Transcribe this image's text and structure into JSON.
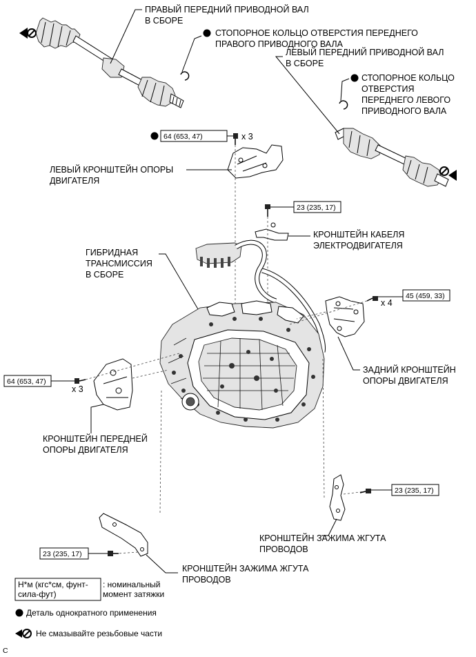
{
  "labels": {
    "right_driveshaft_l1": "ПРАВЫЙ ПЕРЕДНИЙ ПРИВОДНОЙ ВАЛ",
    "right_driveshaft_l2": "В СБОРЕ",
    "snap_ring_right_l1": "СТОПОРНОЕ КОЛЬЦО ОТВЕРСТИЯ ПЕРЕДНЕГО",
    "snap_ring_right_l2": "ПРАВОГО ПРИВОДНОГО ВАЛА",
    "left_driveshaft_l1": "ЛЕВЫЙ ПЕРЕДНИЙ ПРИВОДНОЙ ВАЛ",
    "left_driveshaft_l2": "В СБОРЕ",
    "snap_ring_left_l1": "СТОПОРНОЕ КОЛЬЦО",
    "snap_ring_left_l2": "ОТВЕРСТИЯ",
    "snap_ring_left_l3": "ПЕРЕДНЕГО ЛЕВОГО",
    "snap_ring_left_l4": "ПРИВОДНОГО ВАЛА",
    "left_mount_l1": "ЛЕВЫЙ КРОНШТЕЙН ОПОРЫ",
    "left_mount_l2": "ДВИГАТЕЛЯ",
    "cable_bracket_l1": "КРОНШТЕЙН КАБЕЛЯ",
    "cable_bracket_l2": "ЭЛЕКТРОДВИГАТЕЛЯ",
    "hybrid_l1": "ГИБРИДНАЯ",
    "hybrid_l2": "ТРАНСМИССИЯ",
    "hybrid_l3": "В СБОРЕ",
    "rear_mount_l1": "ЗАДНИЙ КРОНШТЕЙН",
    "rear_mount_l2": "ОПОРЫ ДВИГАТЕЛЯ",
    "front_mount_l1": "КРОНШТЕЙН ПЕРЕДНЕЙ",
    "front_mount_l2": "ОПОРЫ ДВИГАТЕЛЯ",
    "clamp_right_l1": "КРОНШТЕЙН ЗАЖИМА ЖГУТА",
    "clamp_right_l2": "ПРОВОДОВ",
    "clamp_bottom_l1": "КРОНШТЕЙН ЗАЖИМА ЖГУТА",
    "clamp_bottom_l2": "ПРОВОДОВ"
  },
  "torques": {
    "t_left_mount": "64 (653, 47)",
    "t_cable": "23 (235, 17)",
    "t_rear": "45 (459, 33)",
    "t_front": "64 (653, 47)",
    "t_clamp_right": "23 (235, 17)",
    "t_clamp_bottom": "23 (235, 17)"
  },
  "multipliers": {
    "x3_top": "x 3",
    "x4_rear": "x 4",
    "x3_front": "x 3"
  },
  "legend": {
    "unit_box_l1": "Н*м (кгс*см, фунт-",
    "unit_box_l2": "сила-фут)",
    "unit_desc_l1": ": номинальный",
    "unit_desc_l2": "момент затяжки",
    "single_use": "Деталь однократного применения",
    "no_lube": "Не смазывайте резьбовые части"
  },
  "footer_code": "C",
  "icons": [
    "single-use-dot-icon",
    "no-lubricate-icon",
    "bolt-icon",
    "snap-ring-icon"
  ]
}
